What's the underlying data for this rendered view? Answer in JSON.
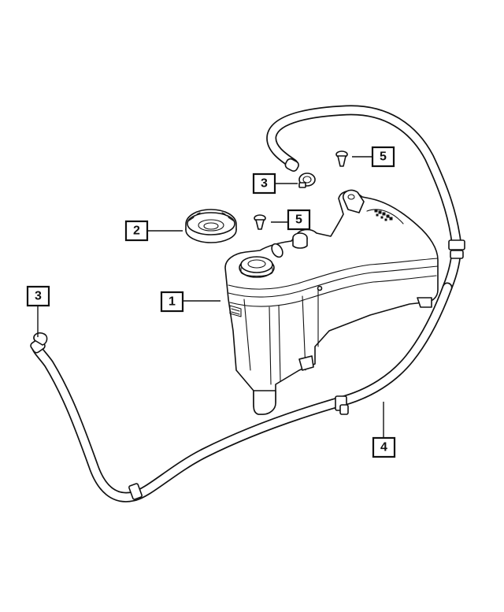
{
  "callouts": [
    {
      "id": "tank",
      "label": "1"
    },
    {
      "id": "cap",
      "label": "2"
    },
    {
      "id": "clamp-upper",
      "label": "3"
    },
    {
      "id": "clamp-left",
      "label": "3"
    },
    {
      "id": "hose",
      "label": "4"
    },
    {
      "id": "fastener-upper",
      "label": "5"
    },
    {
      "id": "fastener-middle",
      "label": "5"
    }
  ],
  "colors": {
    "line": "#111111",
    "background": "#ffffff"
  }
}
